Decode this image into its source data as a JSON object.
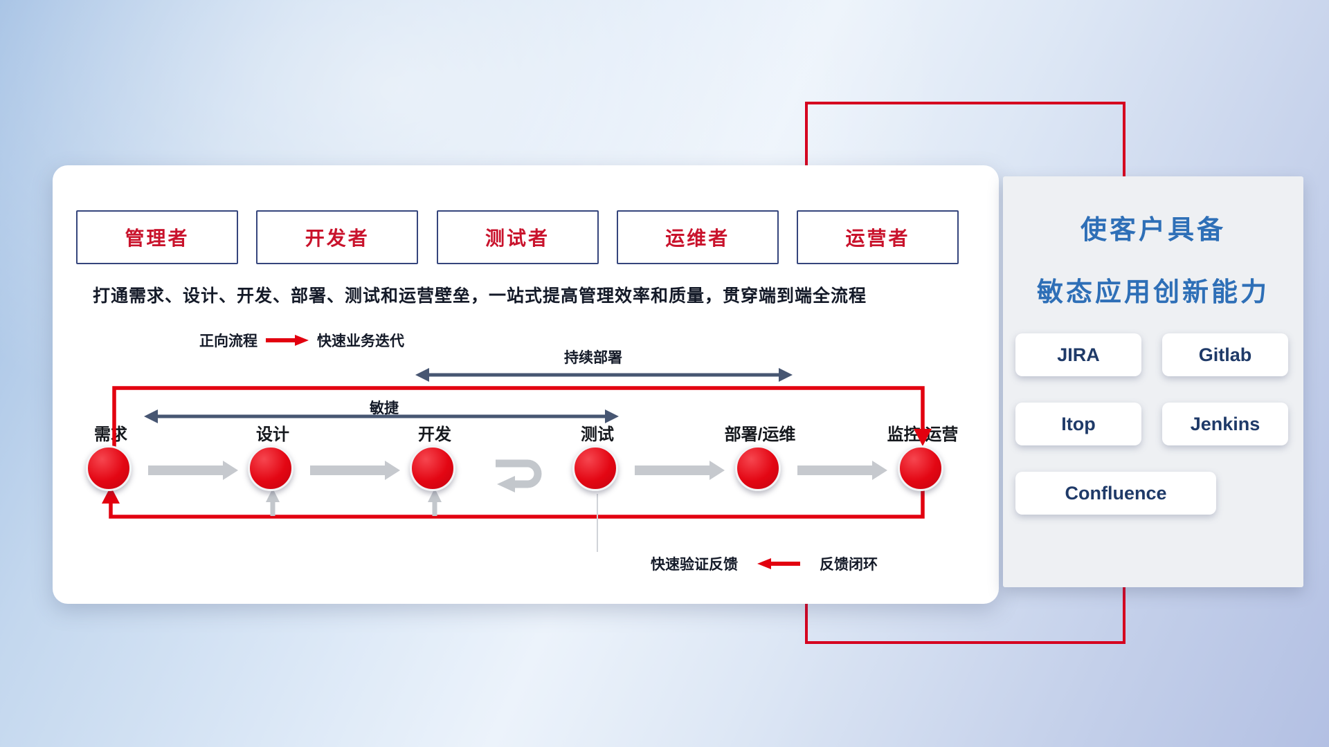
{
  "roles": [
    "管理者",
    "开发者",
    "测试者",
    "运维者",
    "运营者"
  ],
  "panel": {
    "subtitle": "打通需求、设计、开发、部署、测试和运营壁垒，一站式提高管理效率和质量，贯穿端到端全流程"
  },
  "legend_forward": {
    "label": "正向流程",
    "desc": "快速业务迭代"
  },
  "legend_feedback": {
    "desc": "快速验证反馈",
    "label": "反馈闭环"
  },
  "flow": {
    "cd_label": "持续部署",
    "agile_label": "敏捷",
    "stages": [
      "需求",
      "设计",
      "开发",
      "测试",
      "部署/运维",
      "监控/运营"
    ]
  },
  "right_panel": {
    "title_line1": "使客户具备",
    "title_line2": "敏态应用创新能力",
    "tools": [
      "JIRA",
      "Gitlab",
      "Itop",
      "Jenkins",
      "Confluence"
    ]
  },
  "colors": {
    "red": "#e2000f",
    "navy": "#475672",
    "blue": "#2e6fb7",
    "role_text": "#c9132c",
    "gray_arrow": "#c6c9ce"
  }
}
